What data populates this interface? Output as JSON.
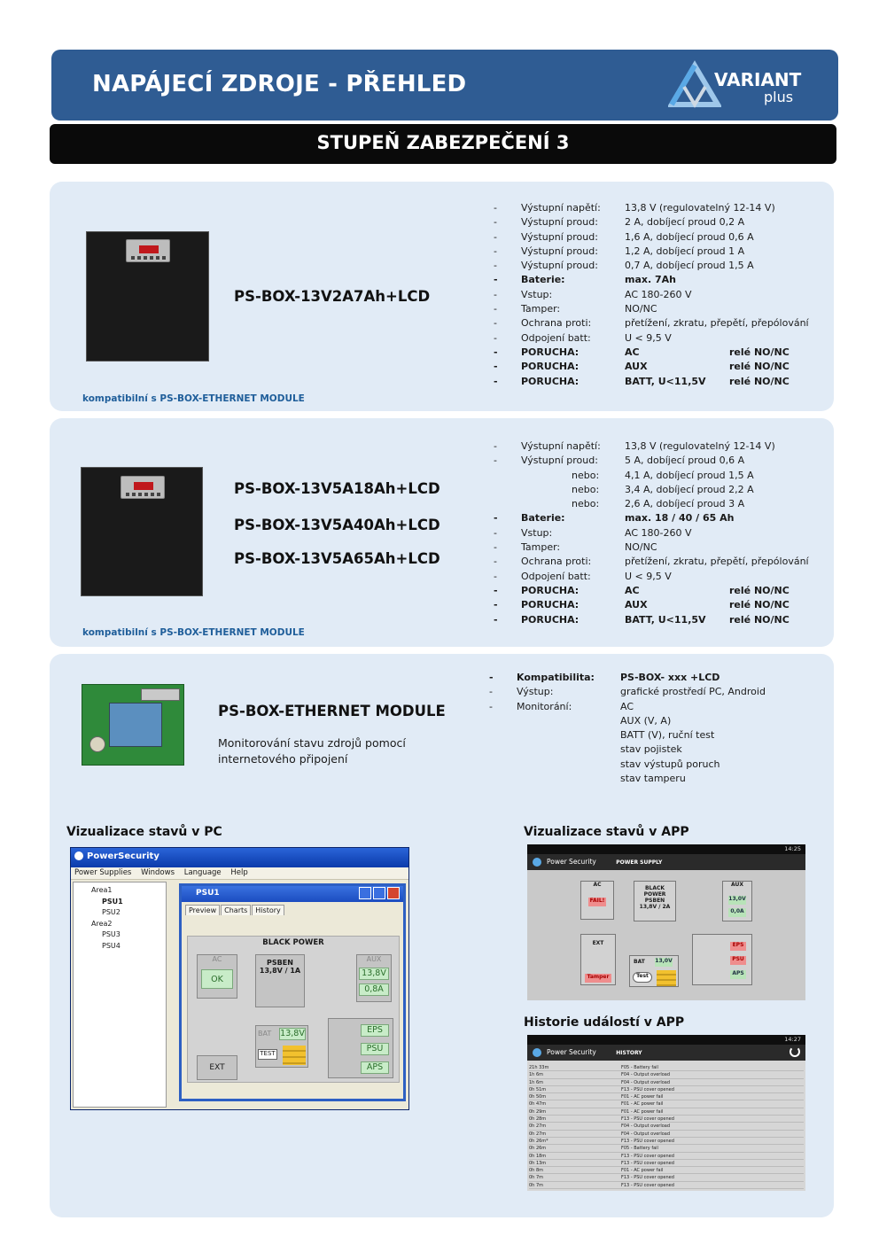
{
  "header": {
    "title": "NAPÁJECÍ ZDROJE - PŘEHLED",
    "logo_main": "VARIANT",
    "logo_sub": "plus"
  },
  "subheader": {
    "title": "STUPEŇ ZABEZPEČENÍ 3"
  },
  "products": [
    {
      "models": [
        "PS-BOX-13V2A7Ah+LCD"
      ],
      "compat": "kompatibilní s PS-BOX-ETHERNET MODULE",
      "specs": [
        {
          "label": "Výstupní napětí:",
          "value": "13,8 V (regulovatelný 12-14 V)",
          "extra": ""
        },
        {
          "label": "Výstupní proud:",
          "value": "2 A, dobíjecí proud 0,2 A",
          "extra": ""
        },
        {
          "label": "Výstupní proud:",
          "value": "1,6 A, dobíjecí proud 0,6 A",
          "extra": ""
        },
        {
          "label": "Výstupní proud:",
          "value": "1,2 A, dobíjecí proud 1 A",
          "extra": ""
        },
        {
          "label": "Výstupní proud:",
          "value": "0,7 A, dobíjecí proud 1,5 A",
          "extra": ""
        },
        {
          "label": "Baterie:",
          "value": "max. 7Ah",
          "extra": ""
        },
        {
          "label": "Vstup:",
          "value": "AC 180-260 V",
          "extra": ""
        },
        {
          "label": "Tamper:",
          "value": "NO/NC",
          "extra": ""
        },
        {
          "label": "Ochrana proti:",
          "value": "přetížení, zkratu, přepětí, přepólování",
          "extra": ""
        },
        {
          "label": "Odpojení batt:",
          "value": "U < 9,5 V",
          "extra": ""
        },
        {
          "label": "PORUCHA:",
          "value": "AC",
          "extra": "relé NO/NC"
        },
        {
          "label": "PORUCHA:",
          "value": "AUX",
          "extra": "relé NO/NC"
        },
        {
          "label": "PORUCHA:",
          "value": "BATT, U<11,5V",
          "extra": "relé NO/NC"
        }
      ]
    },
    {
      "models": [
        "PS-BOX-13V5A18Ah+LCD",
        "PS-BOX-13V5A40Ah+LCD",
        "PS-BOX-13V5A65Ah+LCD"
      ],
      "compat": "kompatibilní s PS-BOX-ETHERNET MODULE",
      "specs": [
        {
          "label": "Výstupní napětí:",
          "value": "13,8 V (regulovatelný 12-14 V)",
          "extra": ""
        },
        {
          "label": "Výstupní proud:",
          "value": "5 A, dobíjecí proud 0,6 A",
          "extra": ""
        },
        {
          "label": "nebo:",
          "value": "4,1 A, dobíjecí proud 1,5 A",
          "extra": ""
        },
        {
          "label": "nebo:",
          "value": "3,4 A, dobíjecí proud 2,2 A",
          "extra": ""
        },
        {
          "label": "nebo:",
          "value": "2,6 A, dobíjecí proud 3 A",
          "extra": ""
        },
        {
          "label": "Baterie:",
          "value": "max. 18 / 40 / 65 Ah",
          "extra": ""
        },
        {
          "label": "Vstup:",
          "value": "AC 180-260 V",
          "extra": ""
        },
        {
          "label": "Tamper:",
          "value": "NO/NC",
          "extra": ""
        },
        {
          "label": "Ochrana proti:",
          "value": "přetížení, zkratu, přepětí, přepólování",
          "extra": ""
        },
        {
          "label": "Odpojení batt:",
          "value": "U < 9,5 V",
          "extra": ""
        },
        {
          "label": "PORUCHA:",
          "value": "AC",
          "extra": "relé NO/NC"
        },
        {
          "label": "PORUCHA:",
          "value": "AUX",
          "extra": "relé NO/NC"
        },
        {
          "label": "PORUCHA:",
          "value": "BATT, U<11,5V",
          "extra": "relé NO/NC"
        }
      ]
    }
  ],
  "module": {
    "title": "PS-BOX-ETHERNET MODULE",
    "desc": "Monitorování stavu zdrojů pomocí internetového připojení",
    "specs": [
      {
        "label": "Kompatibilita:",
        "value": "PS-BOX- xxx +LCD"
      },
      {
        "label": "Výstup:",
        "value": "grafické prostředí PC, Android"
      },
      {
        "label": "Monitorání:",
        "value": "AC"
      },
      {
        "label": "",
        "value": "AUX (V, A)"
      },
      {
        "label": "",
        "value": "BATT (V), ruční test"
      },
      {
        "label": "",
        "value": "stav pojistek"
      },
      {
        "label": "",
        "value": "stav výstupů poruch"
      },
      {
        "label": "",
        "value": "stav tamperu"
      }
    ]
  },
  "sections": {
    "pc": "Vizualizace stavů v PC",
    "app": "Vizualizace stavů v APP",
    "history": "Historie událostí v APP"
  },
  "pc_window": {
    "title": "PowerSecurity",
    "menu": [
      "Power Supplies",
      "Windows",
      "Language",
      "Help"
    ],
    "tree": [
      {
        "label": "Area1",
        "level": 1,
        "bold": false
      },
      {
        "label": "PSU1",
        "level": 2,
        "bold": true
      },
      {
        "label": "PSU2",
        "level": 2,
        "bold": false
      },
      {
        "label": "Area2",
        "level": 1,
        "bold": false
      },
      {
        "label": "PSU3",
        "level": 2,
        "bold": false
      },
      {
        "label": "PSU4",
        "level": 2,
        "bold": false
      }
    ],
    "sub_title": "PSU1",
    "tabs": [
      "Preview",
      "Charts",
      "History"
    ],
    "diagram": {
      "heading": "BLACK POWER",
      "ac": "AC",
      "ok": "OK",
      "psben": "PSBEN",
      "psben_spec": "13,8V / 1A",
      "aux": "AUX",
      "aux_v": "13,8V",
      "aux_a": "0,8A",
      "bat": "BAT",
      "bat_v": "13,8V",
      "ext": "EXT",
      "test": "TEST",
      "eps": "EPS",
      "psu": "PSU",
      "aps": "APS"
    }
  },
  "app_window": {
    "time": "14:25",
    "app_name": "Power Security",
    "screen": "POWER SUPPLY",
    "ac": "AC",
    "fail": "FAIL!",
    "psu_heading": "BLACK POWER",
    "psu_model": "PSBEN",
    "psu_spec": "13,8V / 2A",
    "aux": "AUX",
    "aux_v": "13,0V",
    "aux_a": "0,0A",
    "ext": "EXT",
    "tamper": "Tamper",
    "bat": "BAT",
    "bat_v": "13,0V",
    "test": "Test",
    "eps": "EPS",
    "psu": "PSU",
    "aps": "APS"
  },
  "history_window": {
    "time": "14:27",
    "app_name": "Power Security",
    "screen": "HISTORY",
    "rows": [
      {
        "t": "21h 33m",
        "e": "F05 - Battery fail"
      },
      {
        "t": "1h 6m",
        "e": "F04 - Output overload"
      },
      {
        "t": "1h 6m",
        "e": "F04 - Output overload"
      },
      {
        "t": "0h 51m",
        "e": "F13 - PSU cover opened"
      },
      {
        "t": "0h 50m",
        "e": "F01 - AC power fail"
      },
      {
        "t": "0h 47m",
        "e": "F01 - AC power fail"
      },
      {
        "t": "0h 29m",
        "e": "F01 - AC power fail"
      },
      {
        "t": "0h 28m",
        "e": "F13 - PSU cover opened"
      },
      {
        "t": "0h 27m",
        "e": "F04 - Output overload"
      },
      {
        "t": "0h 27m",
        "e": "F04 - Output overload"
      },
      {
        "t": "0h 26m*",
        "e": "F13 - PSU cover opened"
      },
      {
        "t": "0h 26m",
        "e": "F05 - Battery fail"
      },
      {
        "t": "0h 18m",
        "e": "F13 - PSU cover opened"
      },
      {
        "t": "0h 13m",
        "e": "F13 - PSU cover opened"
      },
      {
        "t": "0h 8m",
        "e": "F01 - AC power fail"
      },
      {
        "t": "0h 7m",
        "e": "F13 - PSU cover opened"
      },
      {
        "t": "0h 7m",
        "e": "F13 - PSU cover opened"
      }
    ]
  },
  "colors": {
    "header_bg": "#2f5c93",
    "card_bg": "#e1ebf6",
    "compat_text": "#1f5e9a"
  }
}
